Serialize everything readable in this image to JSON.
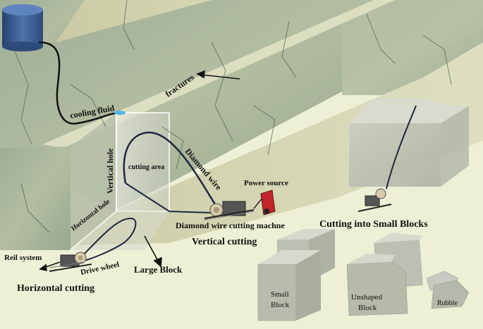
{
  "labels": {
    "fractures": "fractures",
    "cooling_fluid": "cooling fluid",
    "vertical_hole": "Vertical hole",
    "cutting_area": "cutting area",
    "diamond_wire": "Diamond wire",
    "power_source": "Power source",
    "horizontal_hole": "Horizontal hole",
    "diamond_wire_cutting_machine": "Diamond wire cutting machne",
    "vertical_cutting": "Vertical cutting",
    "cutting_into_small_blocks": "Cutting into Small Blocks",
    "reil_system": "Reil system",
    "drive_wheel": "Drive wheel",
    "large_block": "Large Block",
    "horizontal_cutting": "Horizontal cutting",
    "small_block_1": "Small",
    "small_block_2": "Block",
    "unshaped_block_1": "Unshaped",
    "unshaped_block_2": "Block",
    "rubble": "Rubble"
  },
  "colors": {
    "rock_face": "#a9b59a",
    "rock_top": "#d2d4b0",
    "background": "#eef0d6",
    "tank": "#3a5f93",
    "power_source": "#c0262a",
    "wire": "#1f2740"
  }
}
